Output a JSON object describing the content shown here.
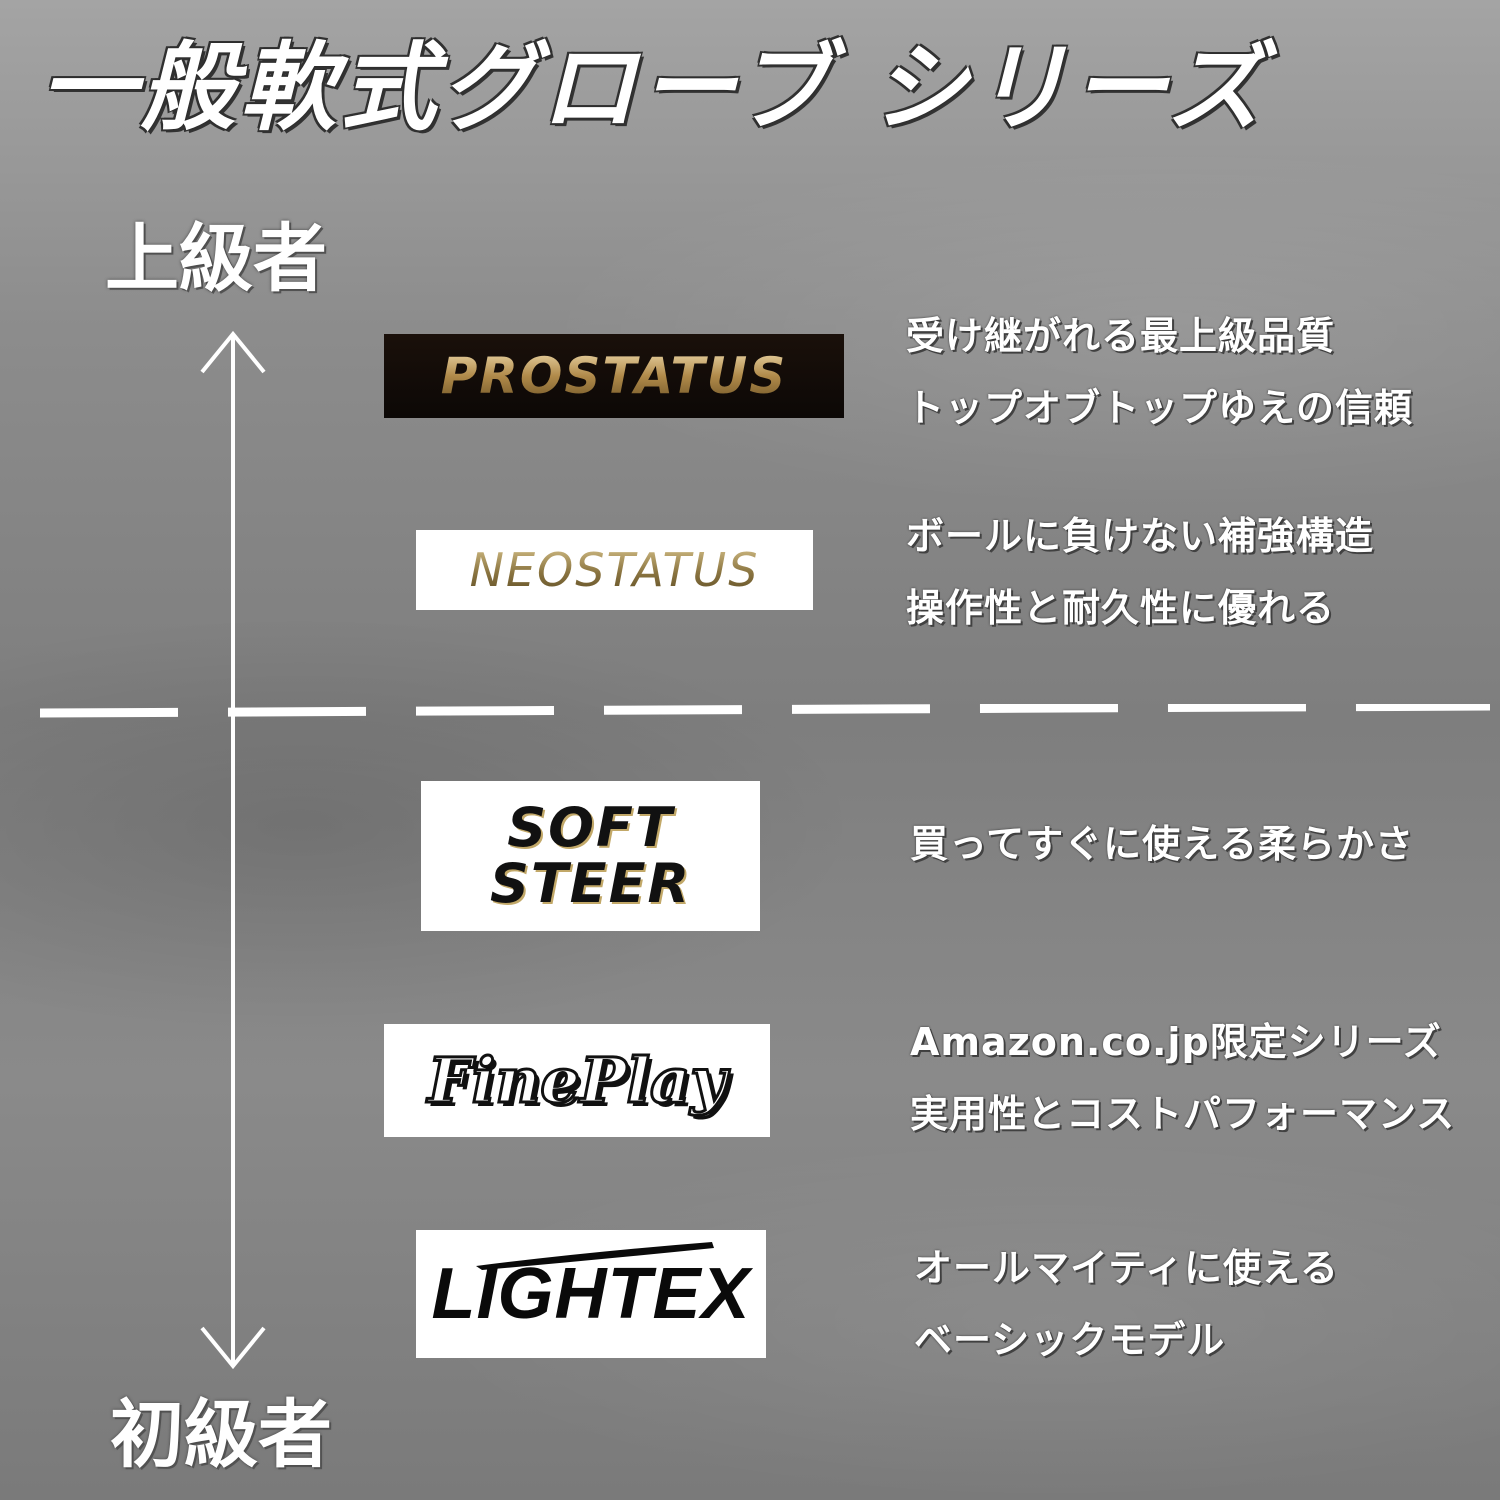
{
  "title": "一般軟式グローブ シリーズ",
  "levels": {
    "top": "上級者",
    "bottom": "初級者"
  },
  "products": [
    {
      "logo": "PROSTATUS",
      "lines": [
        "受け継がれる最上級品質",
        "トップオブトップゆえの信頼"
      ]
    },
    {
      "logo": "NEOSTATUS",
      "lines": [
        "ボールに負けない補強構造",
        "操作性と耐久性に優れる"
      ]
    },
    {
      "logo_line1": "SOFT",
      "logo_line2": "STEER",
      "lines": [
        "買ってすぐに使える柔らかさ"
      ]
    },
    {
      "logo": "FinePlay",
      "lines": [
        "Amazon.co.jp限定シリーズ",
        "実用性とコストパフォーマンス"
      ]
    },
    {
      "logo": "LIGHTEX",
      "lines": [
        "オールマイティに使える",
        "ベーシックモデル"
      ]
    }
  ],
  "colors": {
    "gold": "#c6a567",
    "prostatus_bg": "#140c08",
    "text": "#ffffff"
  }
}
